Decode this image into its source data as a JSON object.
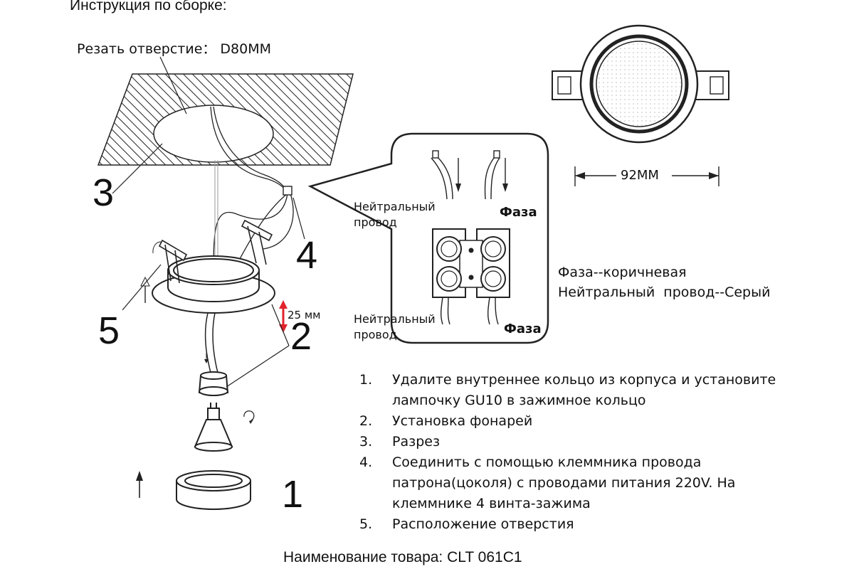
{
  "header": "Инструкция по сборке:",
  "cut_label": "Резать отверстие： D80MM",
  "callouts": [
    "1",
    "2",
    "3",
    "4",
    "5"
  ],
  "height_label": "25 мм",
  "diameter_label": "92MM",
  "wiring": {
    "neutral_top": [
      "Нейтральный",
      "провод"
    ],
    "phase_top": "Фаза",
    "neutral_bottom": [
      "Нейтральный",
      "провод"
    ],
    "phase_bottom": "Фаза"
  },
  "color_code": {
    "phase": "Фаза--коричневая",
    "neutral": "Нейтральный  провод--Серый"
  },
  "steps": [
    {
      "n": "1.",
      "lines": [
        "Удалите внутреннее кольцо из корпуса и установите",
        "лампочку GU10 в зажимное кольцо"
      ]
    },
    {
      "n": "2.",
      "lines": [
        "Установка фонарей"
      ]
    },
    {
      "n": "3.",
      "lines": [
        "Разрез"
      ]
    },
    {
      "n": "4.",
      "lines": [
        "Соединить с помощью клеммника провода",
        "патрона(цоколя) с проводами питания 220V. На",
        "клеммнике 4 винта-зажима"
      ]
    },
    {
      "n": "5.",
      "lines": [
        "Расположение отверстия"
      ]
    }
  ],
  "footer": "Наименование товара: CLT 061C1",
  "colors": {
    "arrow_red": "#e0242c",
    "line": "#111111"
  }
}
